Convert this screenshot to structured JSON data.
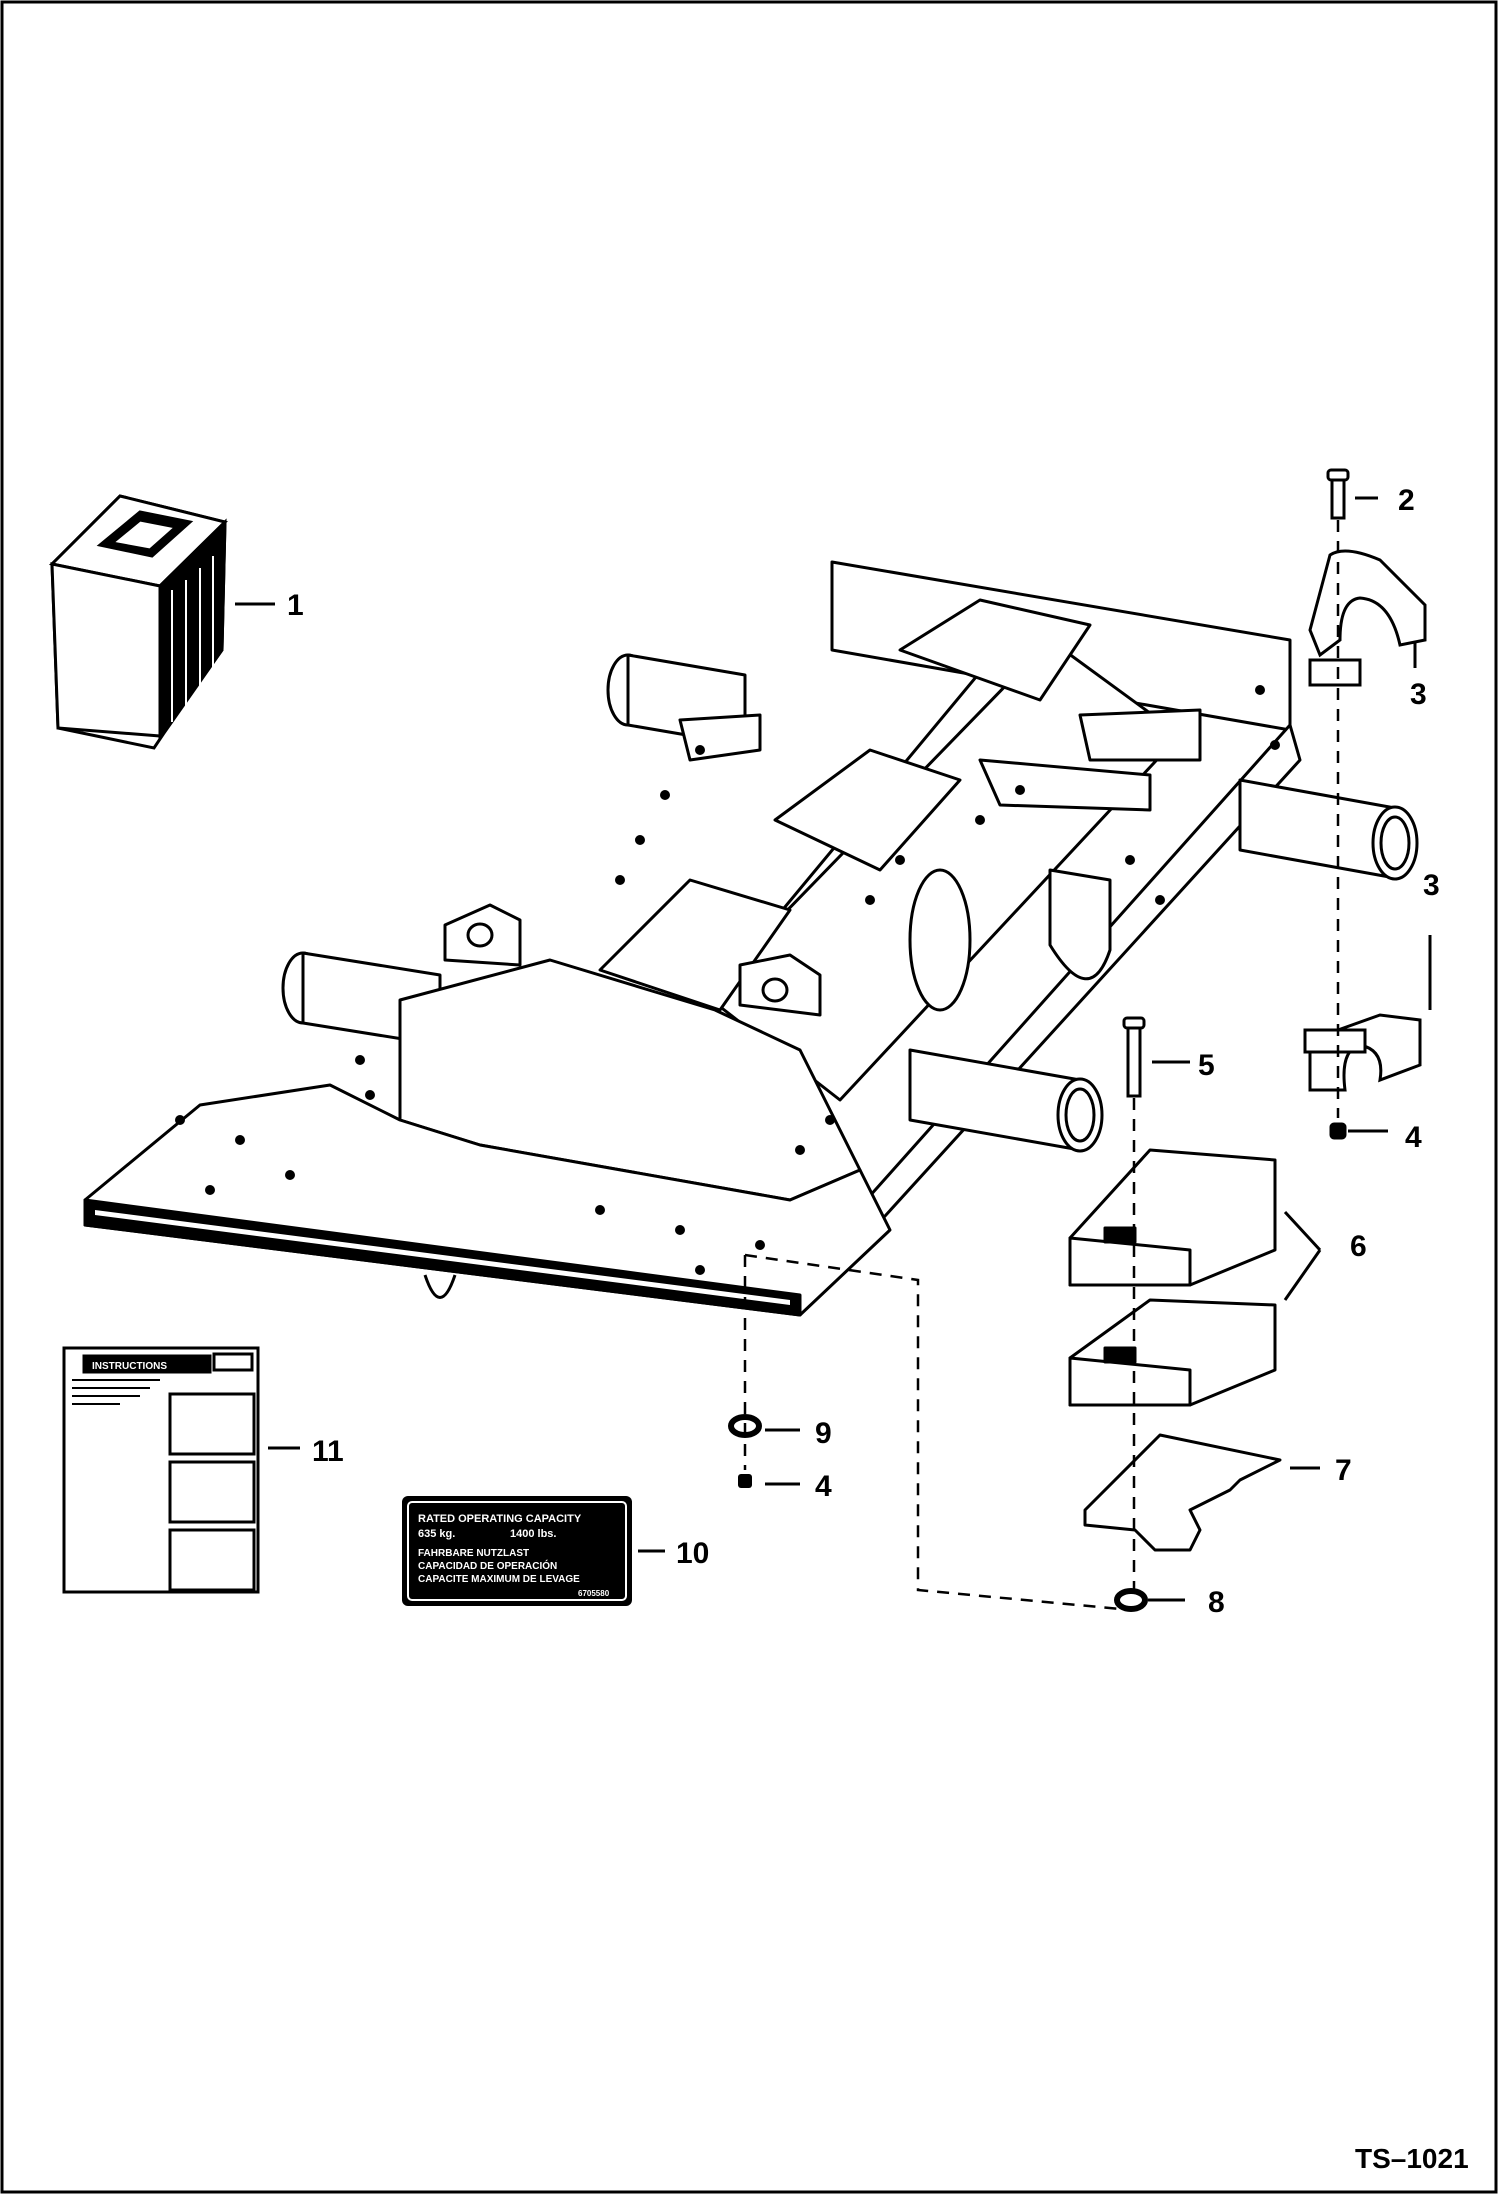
{
  "figure": {
    "id": "TS–1021",
    "colors": {
      "ink": "#000000",
      "paper": "#ffffff"
    }
  },
  "callouts": [
    {
      "number": "1",
      "part": "battery"
    },
    {
      "number": "2",
      "part": "bolt"
    },
    {
      "number": "3",
      "part": "axle-clamp-upper"
    },
    {
      "number": "3",
      "part": "axle-clamp-lower"
    },
    {
      "number": "4",
      "part": "nut-upper"
    },
    {
      "number": "5",
      "part": "bolt"
    },
    {
      "number": "6",
      "part": "counterweight"
    },
    {
      "number": "7",
      "part": "plate"
    },
    {
      "number": "8",
      "part": "washer"
    },
    {
      "number": "9",
      "part": "washer"
    },
    {
      "number": "4",
      "part": "nut-lower"
    },
    {
      "number": "10",
      "part": "capacity-decal"
    },
    {
      "number": "11",
      "part": "instructions-decal"
    }
  ],
  "capacity_decal": {
    "line1": "RATED OPERATING CAPACITY",
    "line2a": "635 kg.",
    "line2b": "1400 lbs.",
    "line3": "FAHRBARE NUTZLAST",
    "line4": "CAPACIDAD DE OPERACIÓN",
    "line5": "CAPACITE MAXIMUM DE LEVAGE",
    "code": "6705580"
  },
  "instructions_decal": {
    "header": "INSTRUCTIONS"
  }
}
